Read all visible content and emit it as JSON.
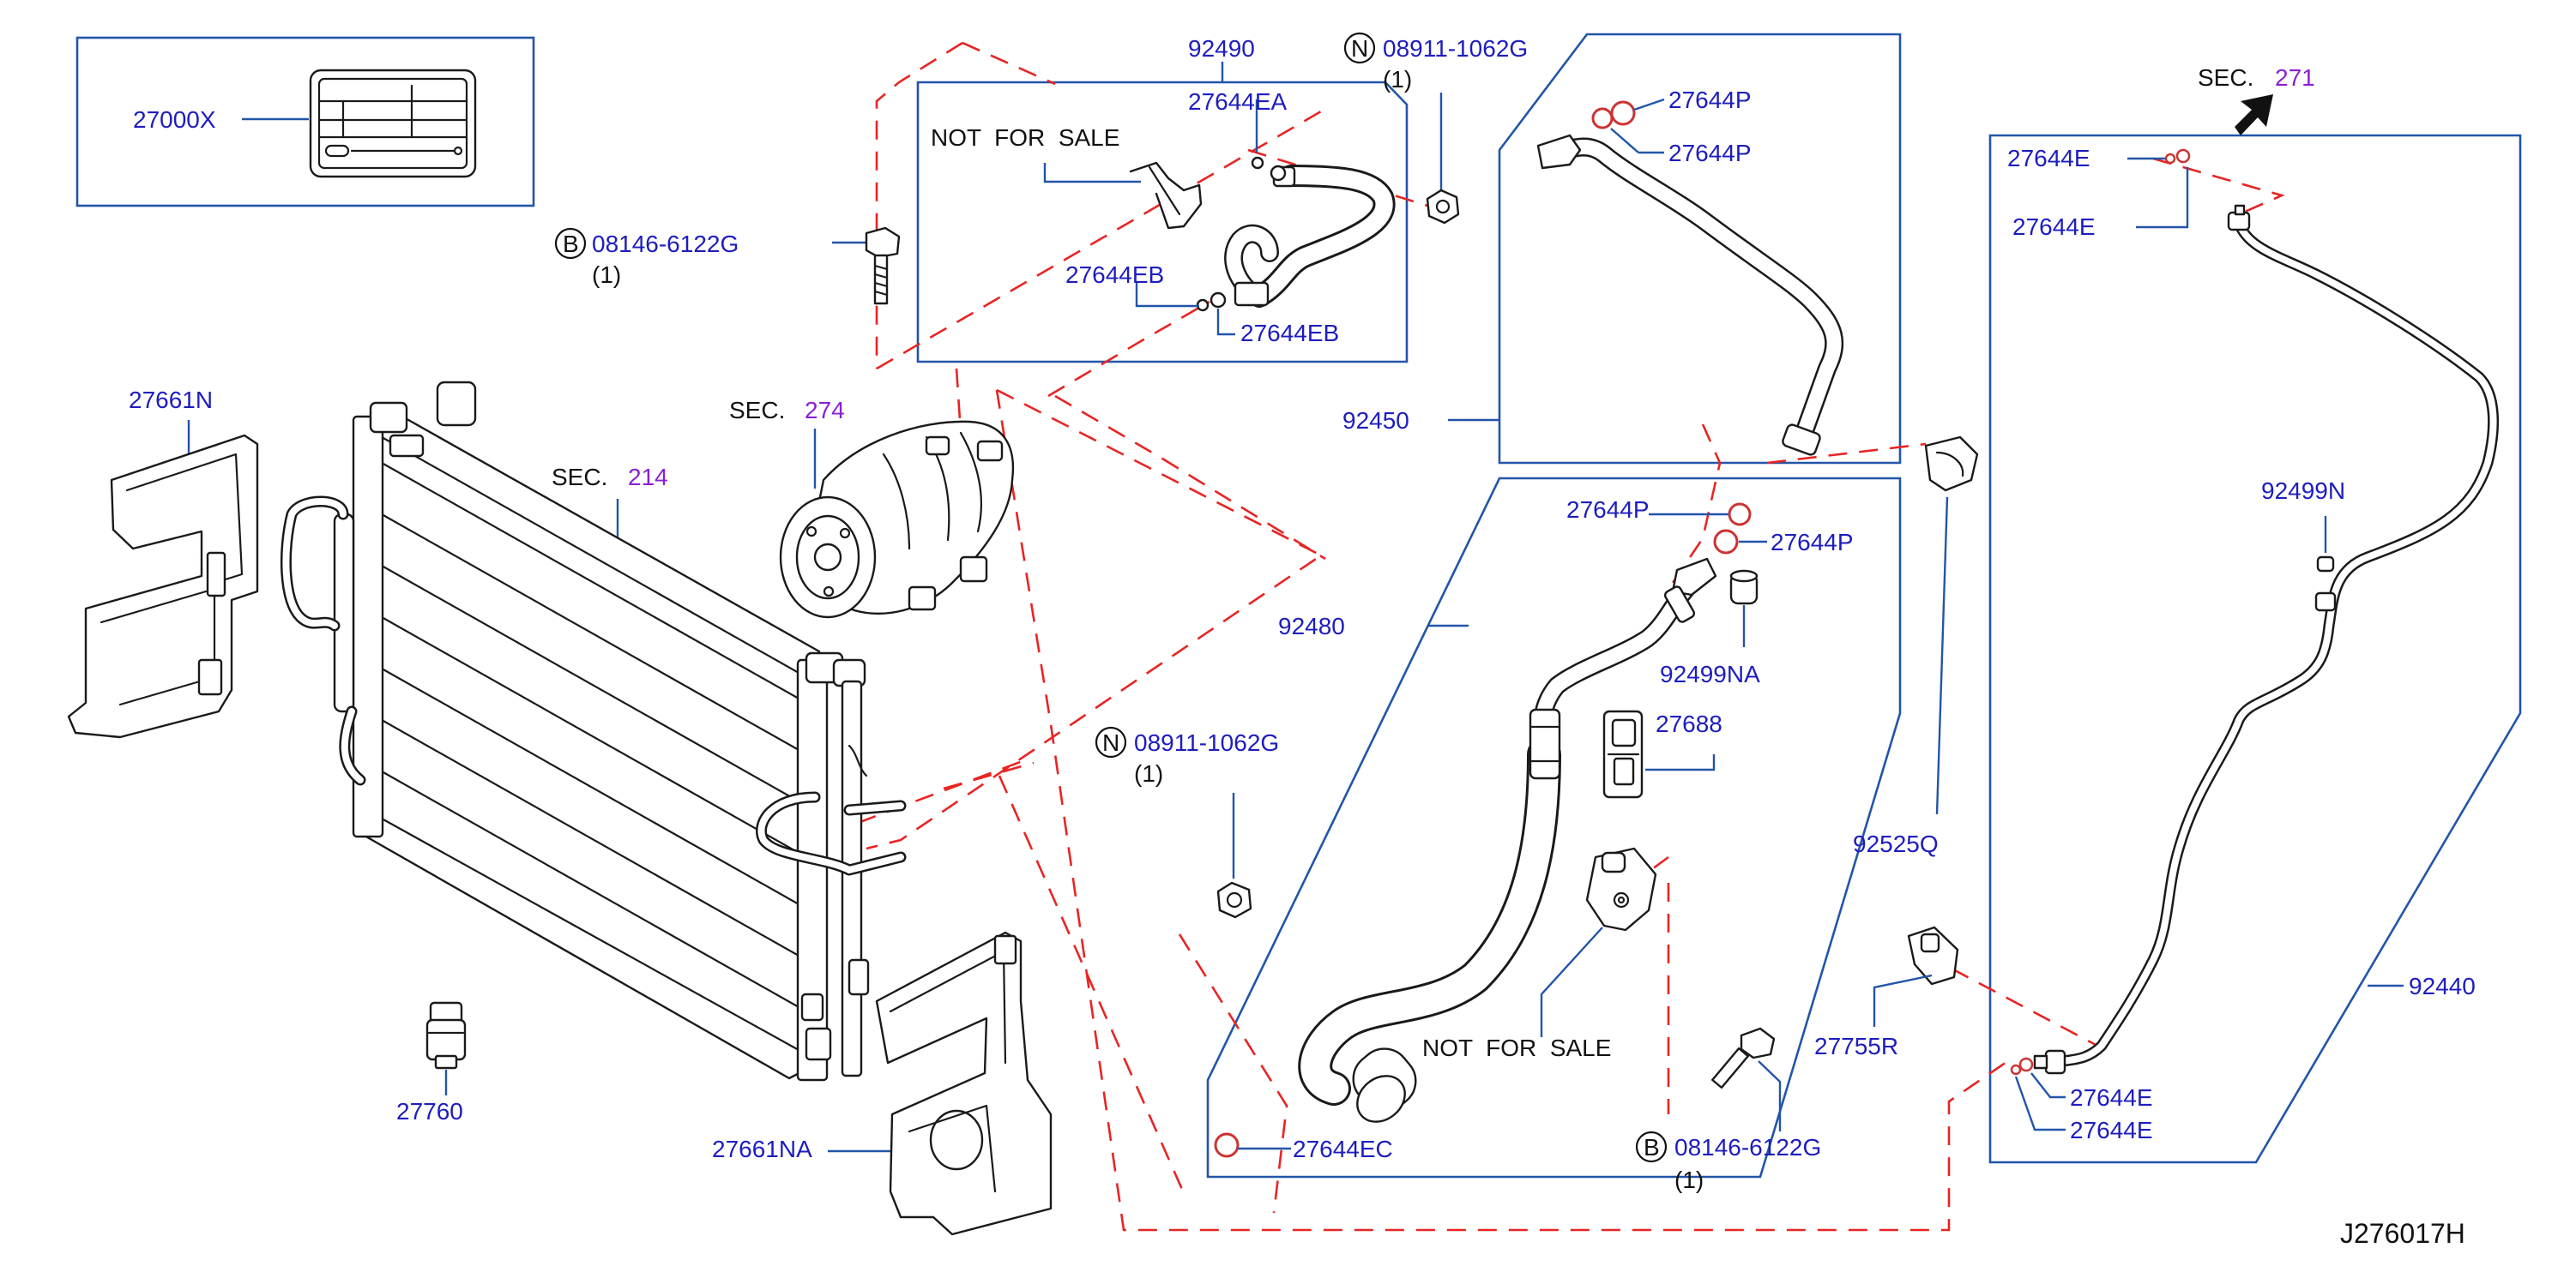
{
  "diagram_id": "J276017H",
  "labels": {
    "p27000X": "27000X",
    "b1": "B",
    "p08146_1": "08146-6122G",
    "qty_b1": "(1)",
    "p92490": "92490",
    "n1": "N",
    "p08911_1": "08911-1062G",
    "qty_n1": "(1)",
    "nfs1": "NOT  FOR  SALE",
    "p27644EA": "27644EA",
    "p27644EB_1": "27644EB",
    "p27644EB_2": "27644EB",
    "p27661N": "27661N",
    "sec274_text": "SEC.",
    "sec274_num": "274",
    "sec214_text": "SEC.",
    "sec214_num": "214",
    "p27644P_1": "27644P",
    "p27644P_2": "27644P",
    "p92450": "92450",
    "p27644P_3": "27644P",
    "p27644P_4": "27644P",
    "p92480": "92480",
    "p92499NA": "92499NA",
    "p27688": "27688",
    "n2": "N",
    "p08911_2": "08911-1062G",
    "qty_n2": "(1)",
    "nfs2": "NOT  FOR  SALE",
    "p27644EC": "27644EC",
    "b2": "B",
    "p08146_2": "08146-6122G",
    "qty_b2": "(1)",
    "p92525Q": "92525Q",
    "p27755R": "27755R",
    "sec271_text": "SEC.",
    "sec271_num": "271",
    "p27644E_1": "27644E",
    "p27644E_2": "27644E",
    "p27644E_3": "27644E",
    "p27644E_4": "27644E",
    "p92499N": "92499N",
    "p92440": "92440",
    "p27760": "27760",
    "p27661NA": "27661NA"
  },
  "colors": {
    "part_number": "#1d1dbe",
    "leader_line": "#2255a8",
    "dashed_connector": "#e82424",
    "section_number": "#8a1fd0",
    "drawing": "#1a1a1a"
  },
  "icons": {
    "sec271_arrow": "arrow-up-right-icon",
    "bolt_marker": "circled-b-icon",
    "nut_marker": "circled-n-icon"
  }
}
